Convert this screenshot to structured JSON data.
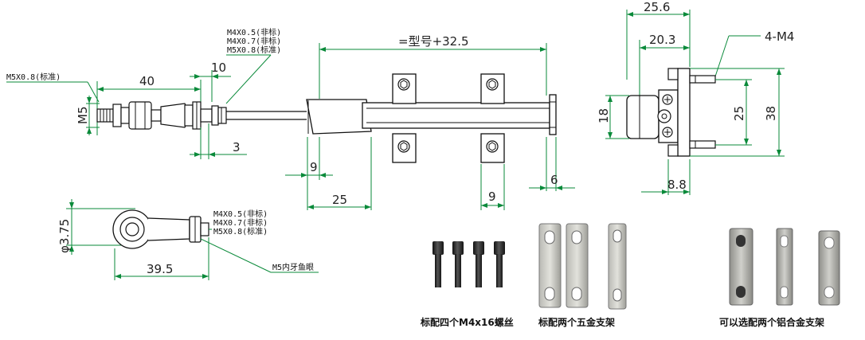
{
  "main_view": {
    "spec_thread_std": "M5X0.8(标准)",
    "spec_list_top": [
      "M4X0.5(非标)",
      "M4X0.7(非标)",
      "M5X0.8(标准)"
    ],
    "dim_40": "40",
    "dim_10": "10",
    "dim_m5": "M5",
    "dim_3": "3",
    "dim_stroke": "=型号+32.5",
    "dim_9_left": "9",
    "dim_25": "25",
    "dim_9_mid": "9",
    "dim_6": "6"
  },
  "side_view": {
    "dim_25_6": "25.6",
    "dim_20_3": "20.3",
    "label_4m4": "4-M4",
    "dim_18": "18",
    "dim_25": "25",
    "dim_38": "38",
    "dim_8_8": "8.8"
  },
  "rod_end_view": {
    "dim_dia": "φ3.75",
    "dim_39_5": "39.5",
    "spec_list": [
      "M4X0.5(非标)",
      "M4X0.7(非标)",
      "M5X0.8(标准)"
    ],
    "label_eye": "M5内牙鱼眼"
  },
  "captions": {
    "screws": "标配四个M4x16螺丝",
    "steel_brackets": "标配两个五金支架",
    "alu_brackets": "可以选配两个铝合金支架"
  }
}
